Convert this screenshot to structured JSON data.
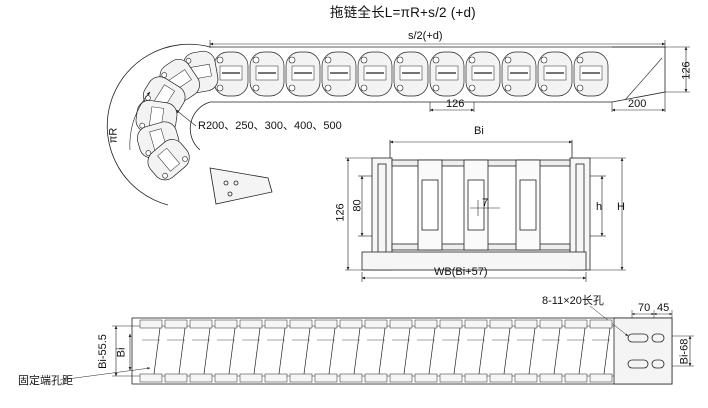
{
  "diagram": {
    "title": "拖链全长L=πR+s/2 (+d)",
    "top_view": {
      "span_label": "s/2(+d)",
      "height_label": "126",
      "pitch_label": "126",
      "end_label": "200",
      "bend_label": "πR",
      "radius_label": "R200、250、300、400、500"
    },
    "cross_section": {
      "inner_width_label": "Bi",
      "outer_height_label": "126",
      "inner_height_label": "80",
      "gap_label": "7",
      "h_label": "h",
      "H_label": "H",
      "outer_width_label": "WB(Bi+57)"
    },
    "bottom_view": {
      "slot_label": "8-11×20长孔",
      "dim_70_label": "70",
      "dim_45_label": "45",
      "left_outer_label": "Bi-55.5",
      "left_inner_label": "Bi",
      "right_label": "Bi-68",
      "mount_label": "固定端孔距"
    }
  }
}
